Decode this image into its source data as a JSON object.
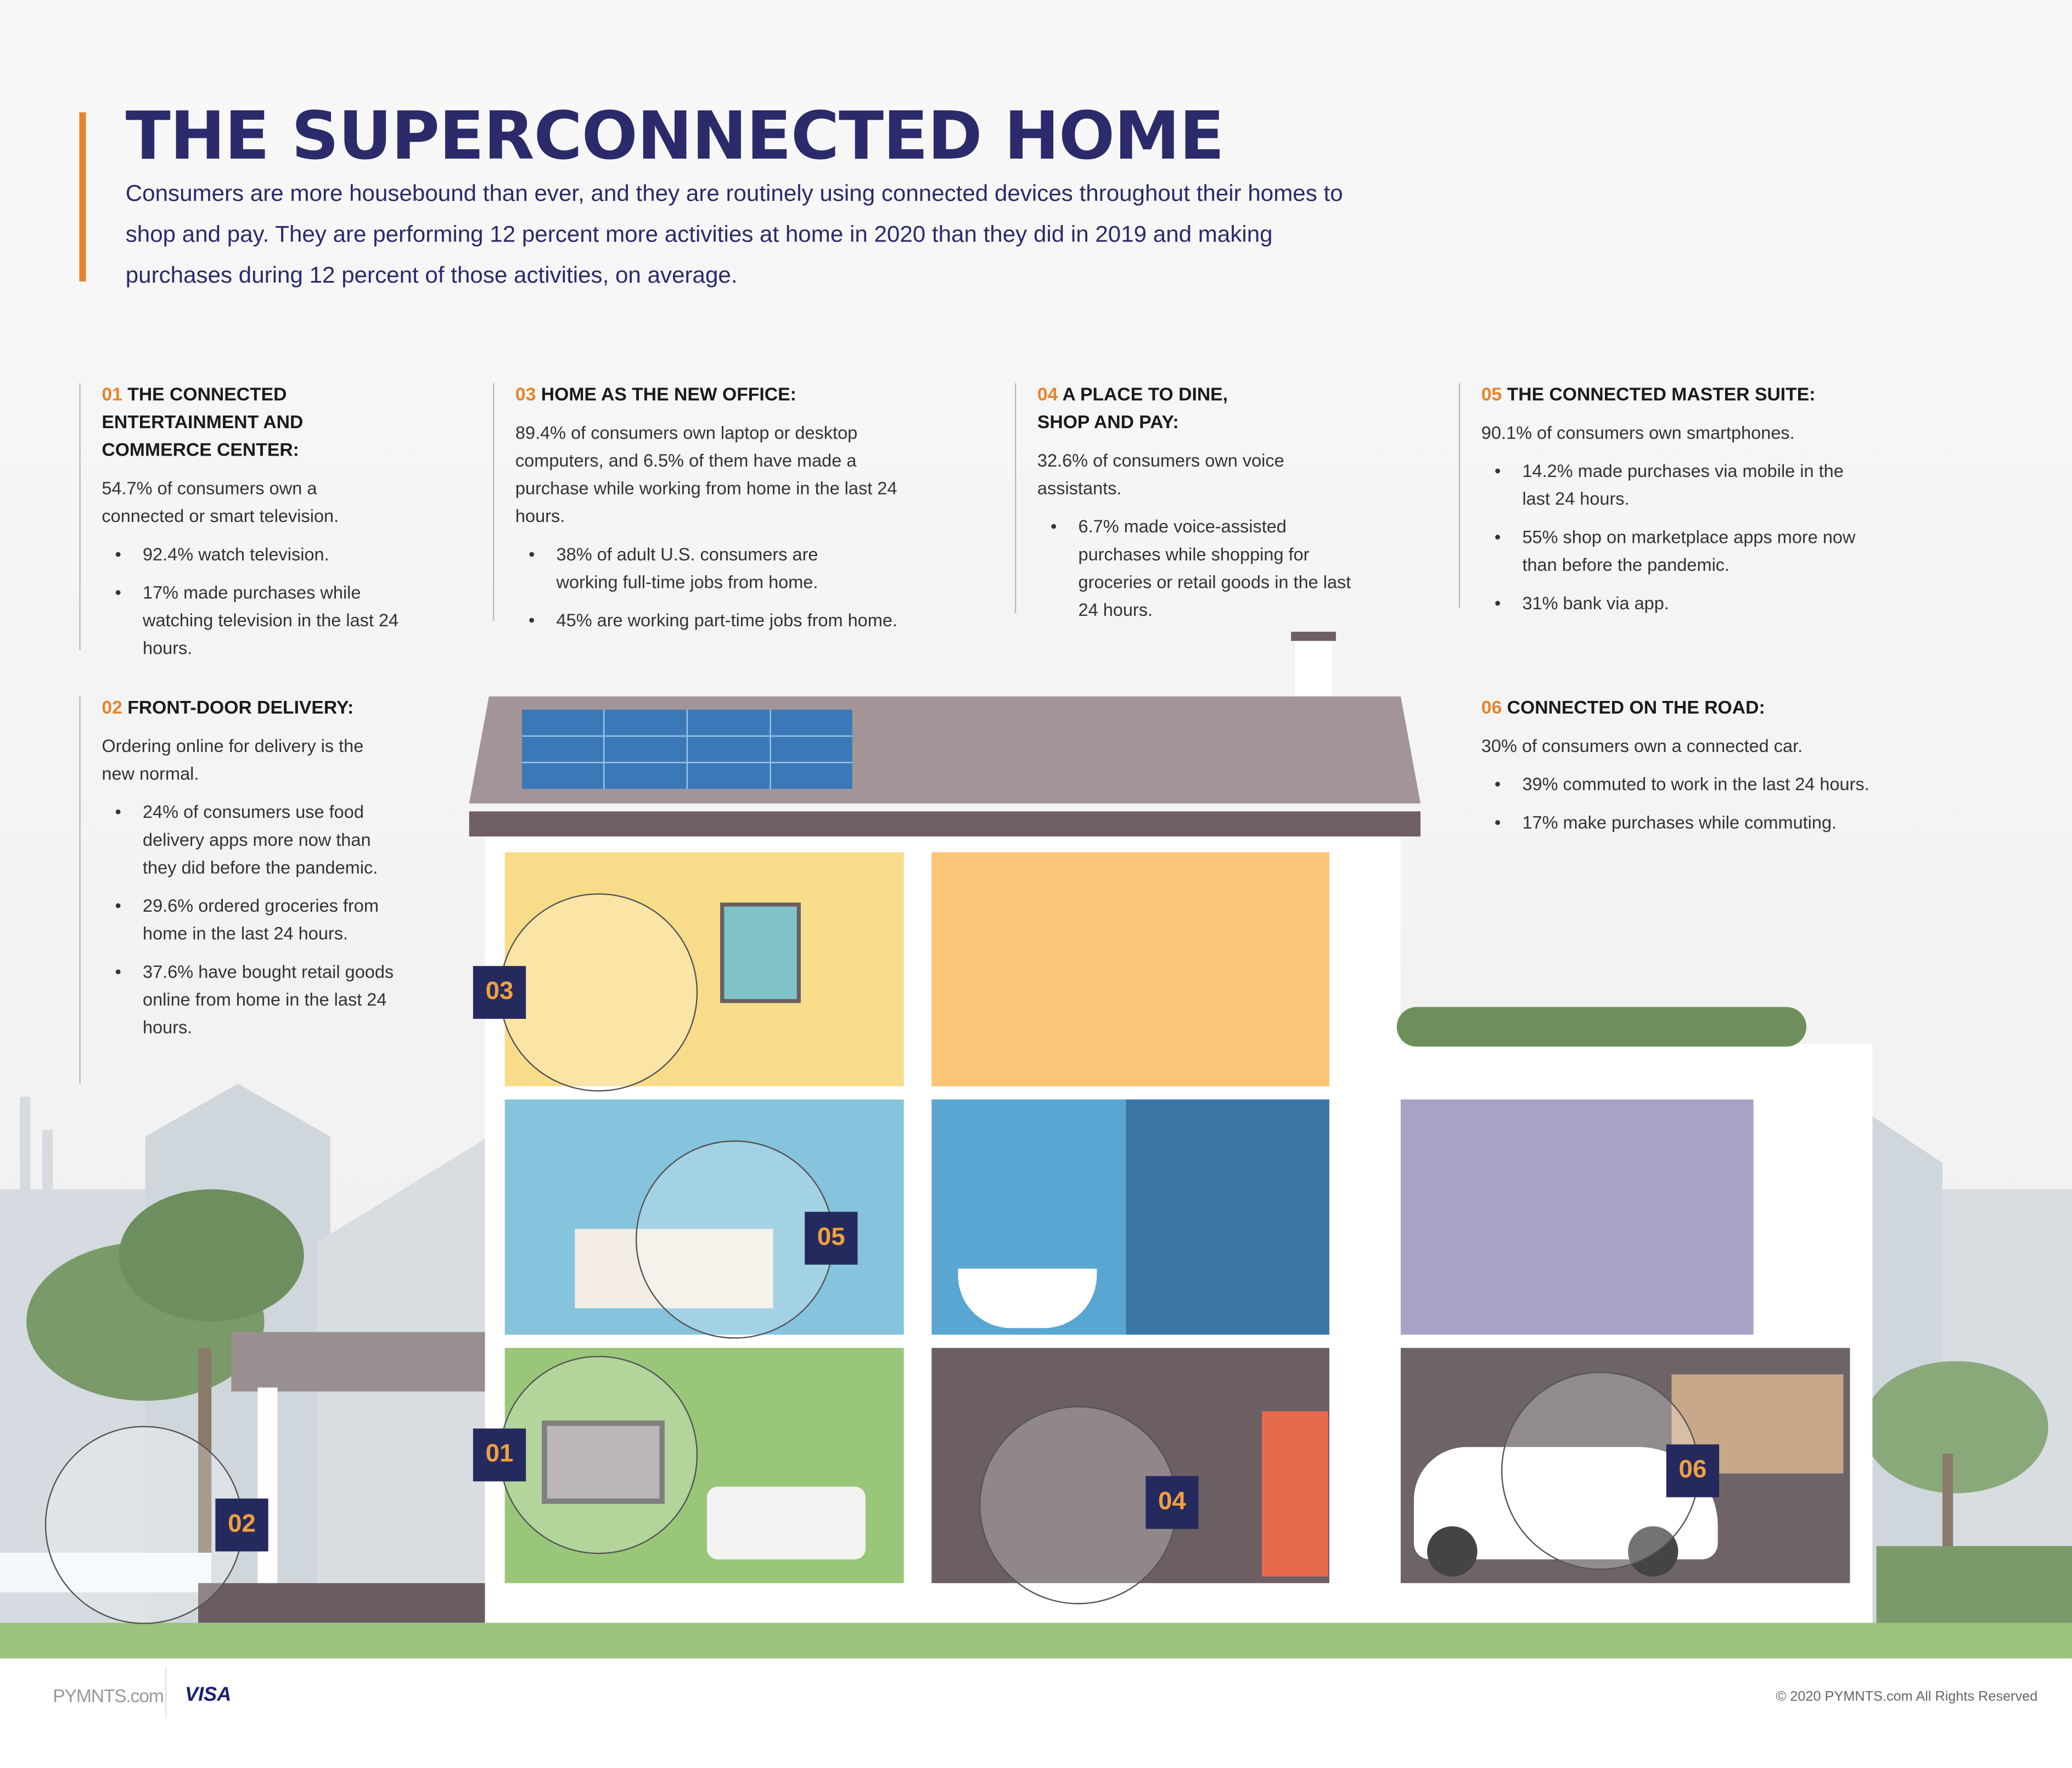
{
  "header": {
    "title": "THE SUPERCONNECTED HOME",
    "intro": "Consumers are more housebound than ever, and they are routinely using connected devices throughout their homes to shop and pay. They are performing 12 percent more activities at home in 2020 than they did in 2019 and making purchases during 12 percent of those activities, on average."
  },
  "sections": [
    {
      "num": "01",
      "title": "THE CONNECTED ENTERTAINMENT AND COMMERCE CENTER:",
      "intro": "54.7% of consumers own a connected or smart television.",
      "bullets": [
        "92.4% watch television.",
        "17% made purchases while watching television in the last 24 hours."
      ]
    },
    {
      "num": "02",
      "title": "FRONT-DOOR DELIVERY:",
      "intro": "Ordering online for delivery is the new normal.",
      "bullets": [
        "24% of consumers use food delivery apps more now than they did before the pandemic.",
        "29.6% ordered groceries from home in the last 24 hours.",
        "37.6% have bought retail goods online from home in the last 24 hours."
      ]
    },
    {
      "num": "03",
      "title": "HOME AS THE NEW OFFICE:",
      "intro": "89.4% of consumers own laptop or desktop computers, and 6.5% of them have made a purchase while working from home in the last 24 hours.",
      "bullets": [
        "38% of adult U.S. consumers are working full-time jobs from home.",
        "45% are working part-time jobs from home."
      ]
    },
    {
      "num": "04",
      "title": "A PLACE TO DINE, SHOP AND PAY:",
      "intro": "32.6% of consumers own voice assistants.",
      "bullets": [
        "6.7% made voice-assisted purchases while shopping for groceries or retail goods in the last 24 hours."
      ]
    },
    {
      "num": "05",
      "title": "THE CONNECTED MASTER SUITE:",
      "intro": "90.1% of consumers own smartphones.",
      "bullets": [
        "14.2% made purchases via mobile in the last 24 hours.",
        "55% shop on marketplace apps more now than before the pandemic.",
        "31% bank via app."
      ]
    },
    {
      "num": "06",
      "title": "CONNECTED ON THE ROAD:",
      "intro": "30% of consumers own a connected car.",
      "bullets": [
        "39% commuted to work in the last 24 hours.",
        "17% make purchases while commuting."
      ]
    }
  ],
  "footer": {
    "brand1": "PYMNTS.com",
    "brand2": "VISA",
    "copyright": "© 2020 PYMNTS.com All Rights Reserved"
  },
  "colors": {
    "navy": "#2b2a6b",
    "orange": "#e8832a",
    "ground": "#9bc47d"
  }
}
